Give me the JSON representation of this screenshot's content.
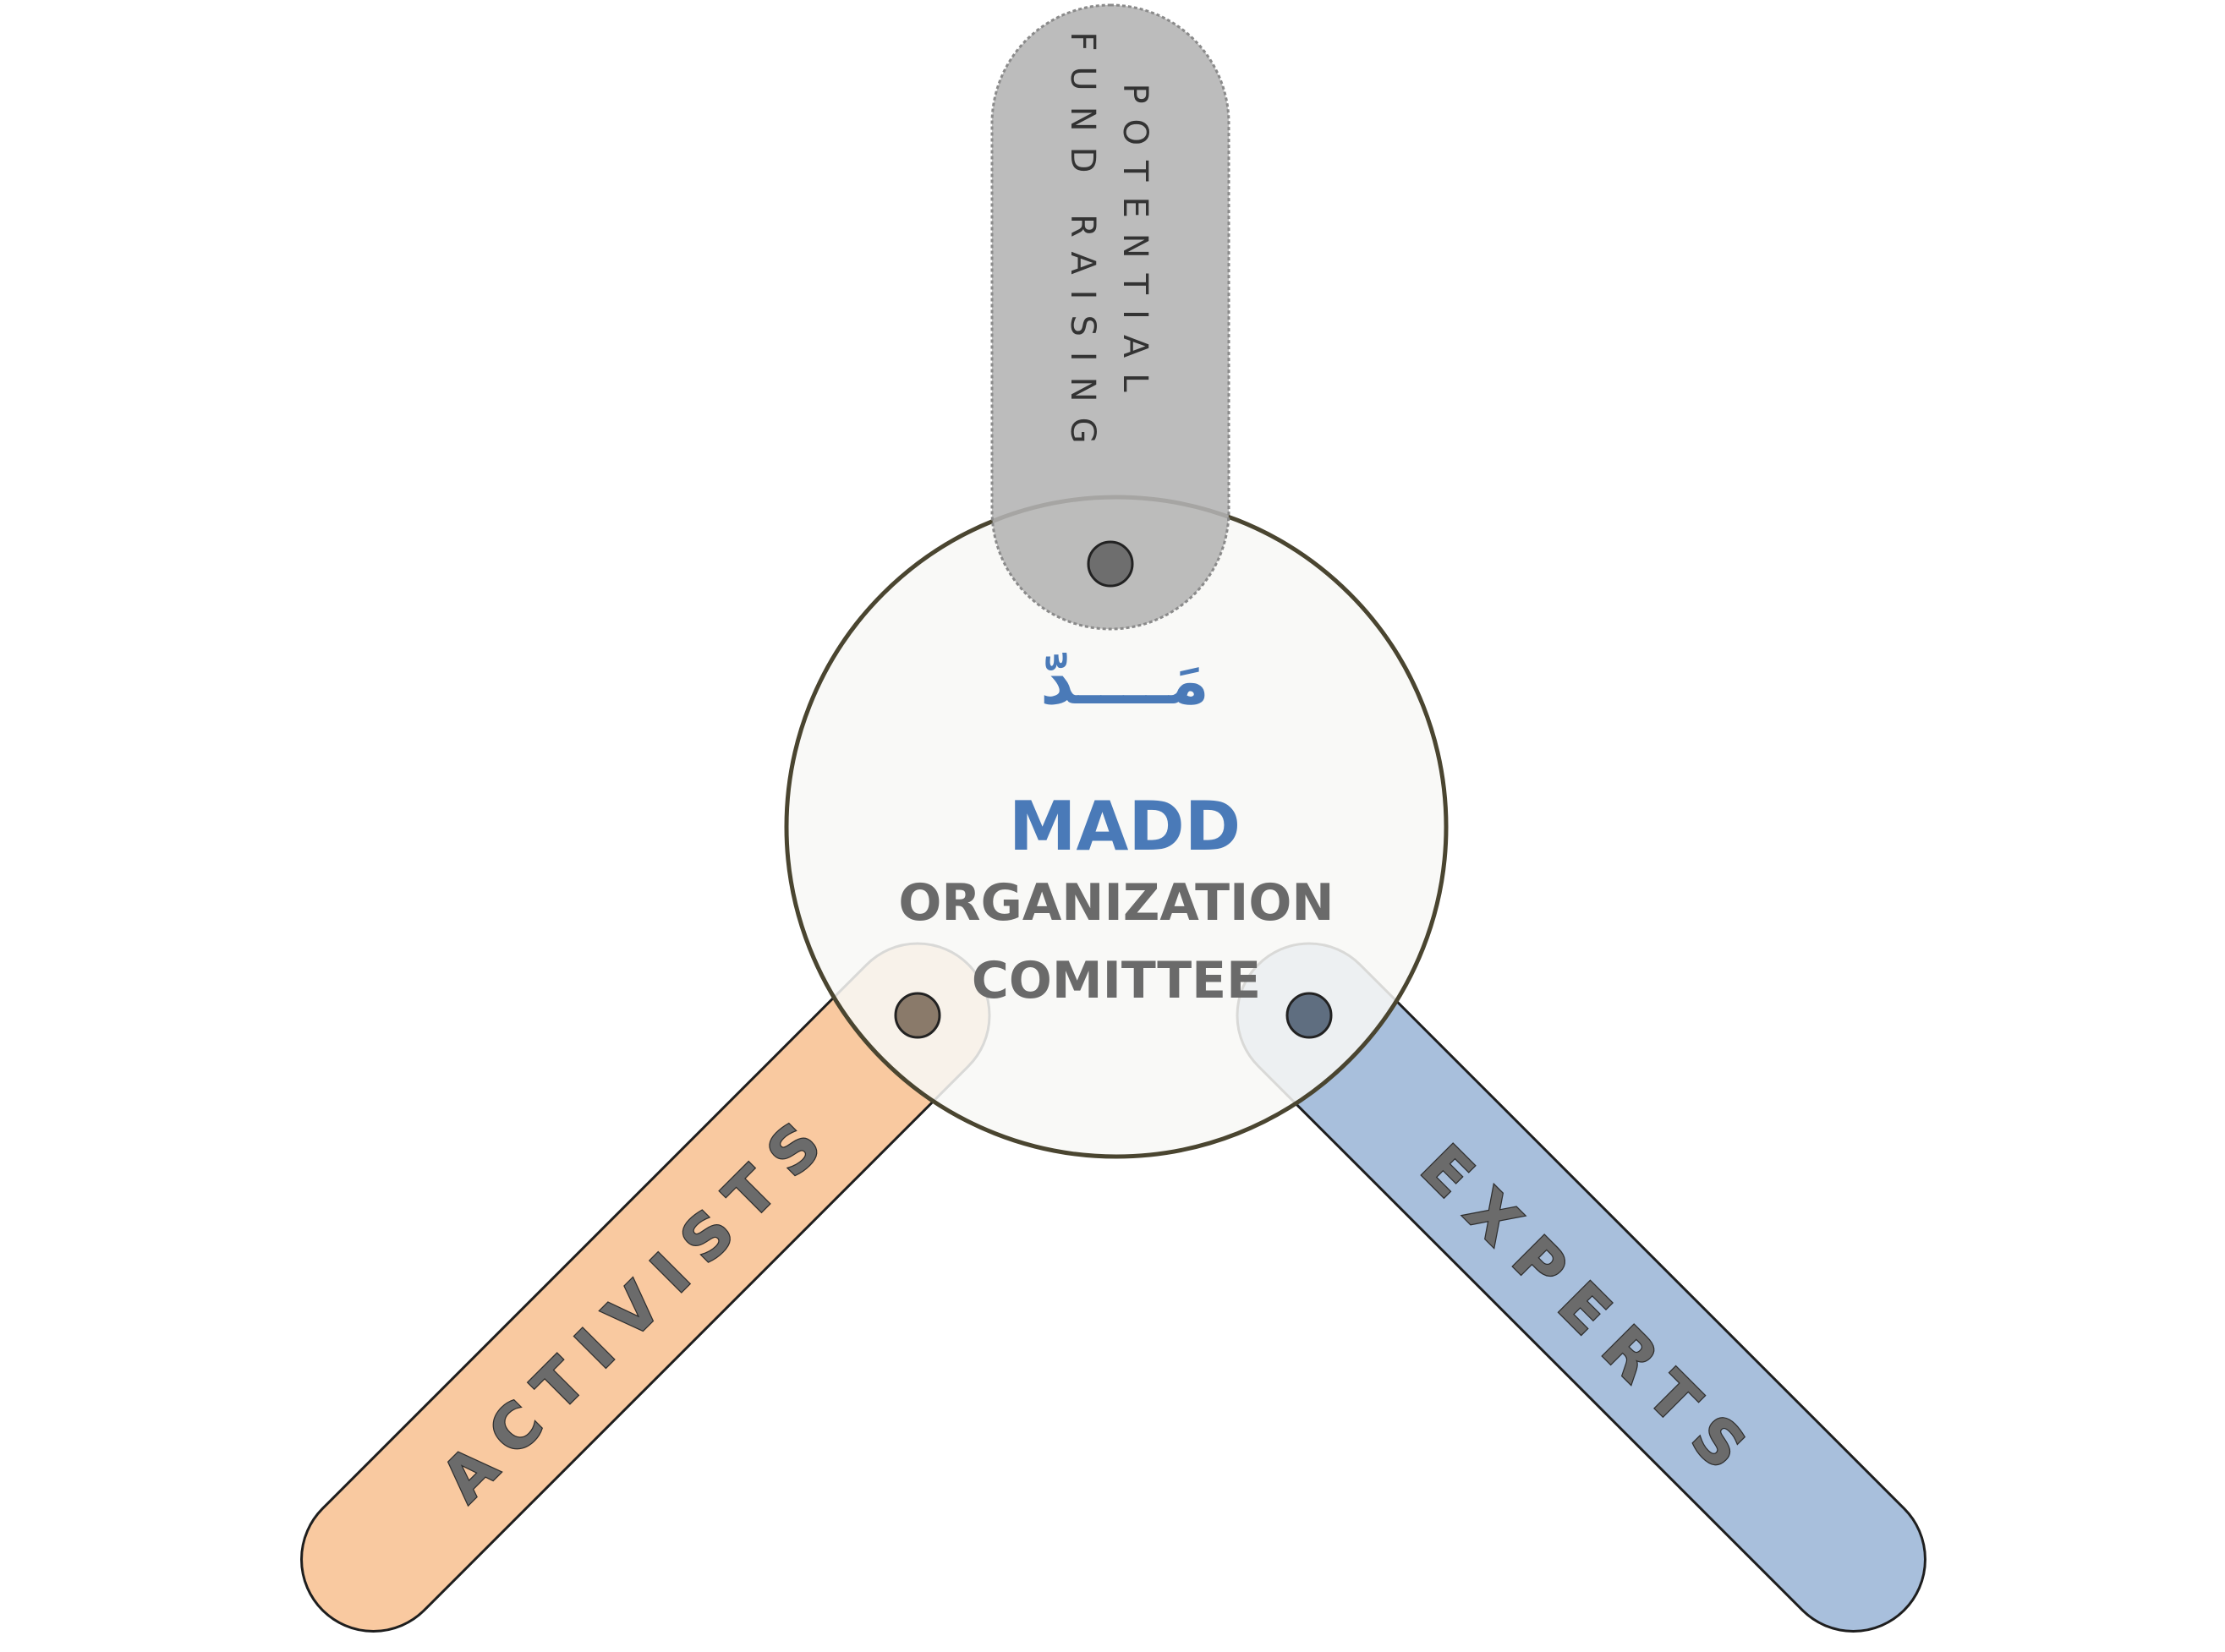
{
  "diagram": {
    "center": {
      "arabic_name": "مَــــدّ",
      "title": "MADD",
      "subtitle_line1": "ORGANIZATION",
      "subtitle_line2": "COMITTEE"
    },
    "arms": {
      "top": {
        "line1": "POTENTIAL",
        "line2": "FUND RAISING"
      },
      "left": {
        "label": "ACTIVISTS"
      },
      "right": {
        "label": "EXPERTS"
      }
    },
    "colors": {
      "hub_fill": "#f8f8f6",
      "hub_border": "#4a4530",
      "title": "#4a7ab8",
      "subtitle": "#6a6a6a",
      "top_arm": "#b8b8b8",
      "left_arm": "#f9c9a0",
      "right_arm": "#a8bfdc",
      "pin_top": "#6e6e6e",
      "pin_left": "#8a7a6a",
      "pin_right": "#5f6e80"
    }
  }
}
